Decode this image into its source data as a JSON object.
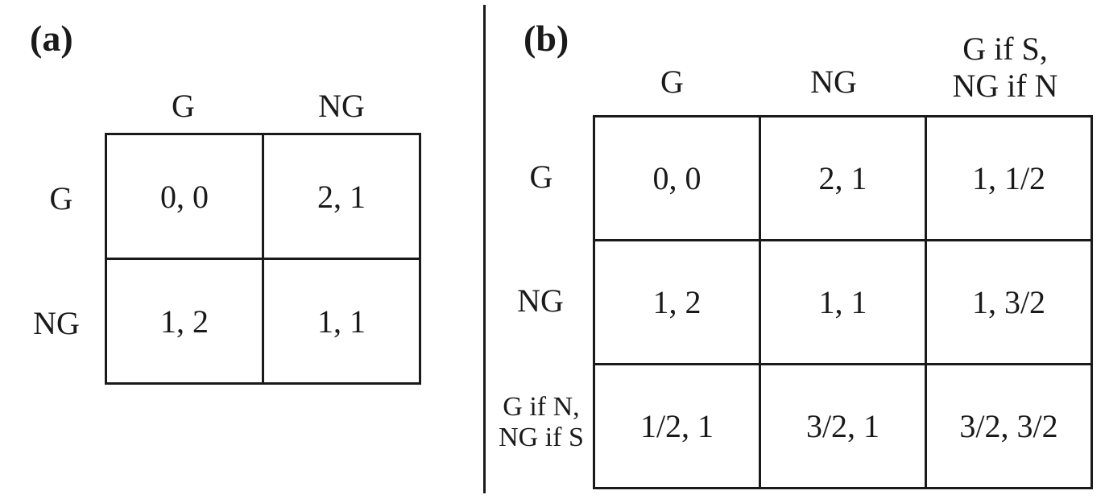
{
  "panel_a": {
    "label": "(a)",
    "col_headers": [
      "G",
      "NG"
    ],
    "row_headers": [
      "G",
      "NG"
    ],
    "cells": [
      [
        "0, 0",
        "2, 1"
      ],
      [
        "1, 2",
        "1, 1"
      ]
    ]
  },
  "panel_b": {
    "label": "(b)",
    "col_headers": [
      "G",
      "NG",
      "G if S,\nNG if N"
    ],
    "row_headers": [
      "G",
      "NG",
      "G if N,\nNG if S"
    ],
    "cells": [
      [
        "0, 0",
        "2, 1",
        "1, 1/2"
      ],
      [
        "1, 2",
        "1, 1",
        "1, 3/2"
      ],
      [
        "1/2, 1",
        "3/2, 1",
        "3/2, 3/2"
      ]
    ]
  }
}
